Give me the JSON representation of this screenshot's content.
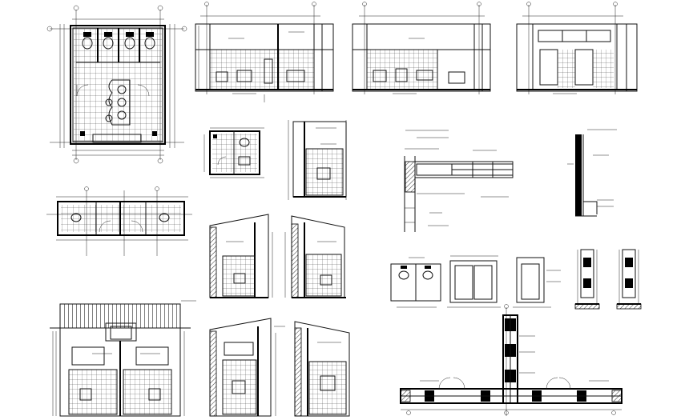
{
  "sheet": {
    "background": "#ffffff",
    "line_color": "#000000"
  },
  "drawings": [
    {
      "id": "floor-plan",
      "label": ""
    },
    {
      "id": "elevation-a",
      "label": ""
    },
    {
      "id": "elevation-b",
      "label": ""
    },
    {
      "id": "elevation-c",
      "label": ""
    },
    {
      "id": "small-plan",
      "label": ""
    },
    {
      "id": "small-section",
      "label": ""
    },
    {
      "id": "wall-detail",
      "label": ""
    },
    {
      "id": "column-detail",
      "label": ""
    },
    {
      "id": "twin-plan",
      "label": ""
    },
    {
      "id": "section-left",
      "label": ""
    },
    {
      "id": "section-right",
      "label": ""
    },
    {
      "id": "partition-details",
      "label": ""
    },
    {
      "id": "roof-elevation",
      "label": ""
    },
    {
      "id": "section-3",
      "label": ""
    },
    {
      "id": "section-4",
      "label": ""
    },
    {
      "id": "door-plan",
      "label": ""
    }
  ]
}
